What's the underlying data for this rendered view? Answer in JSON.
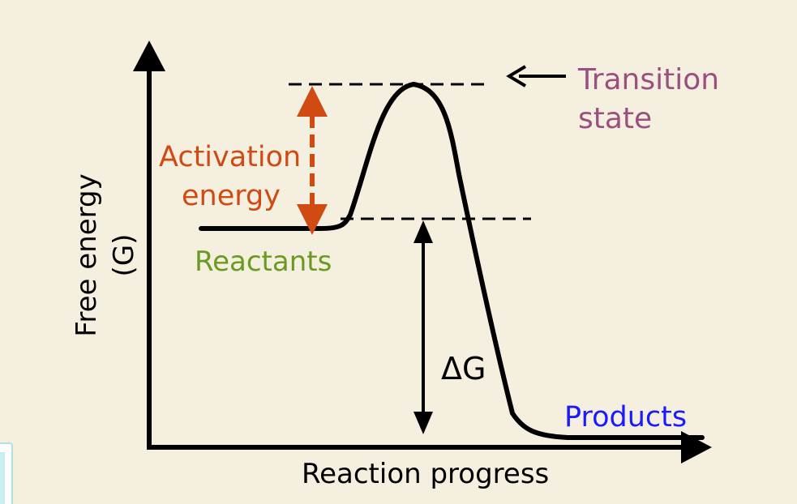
{
  "diagram": {
    "labels": {
      "transition_state_line1": "Transition",
      "transition_state_line2": "state",
      "activation_line1": "Activation",
      "activation_line2": "energy",
      "reactants": "Reactants",
      "products": "Products",
      "delta_g": "ΔG",
      "y_axis_line1": "Free energy",
      "y_axis_line2": "(G)",
      "x_axis": "Reaction progress"
    },
    "colors": {
      "background": "#f5efe0",
      "curve": "#000000",
      "transition_state": "#9b4f7f",
      "activation_energy": "#d04a12",
      "reactants": "#6a9a1f",
      "products": "#1a1aff"
    }
  }
}
